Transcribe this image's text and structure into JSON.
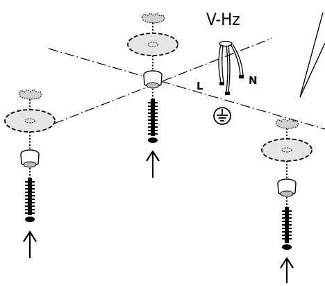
{
  "diagram": {
    "supply_label": "V-Hz",
    "wire_live_label": "L",
    "wire_neutral_label": "N",
    "ground_symbol": "earth-ground-icon",
    "mounting_points": [
      {
        "name": "mount-left",
        "arrow": "up"
      },
      {
        "name": "mount-center",
        "arrow": "up"
      },
      {
        "name": "mount-right",
        "arrow": "up"
      }
    ],
    "colors": {
      "line": "#000000",
      "disc_fill": "#e6e6e6",
      "cap_fill": "#cfcfcf"
    }
  }
}
